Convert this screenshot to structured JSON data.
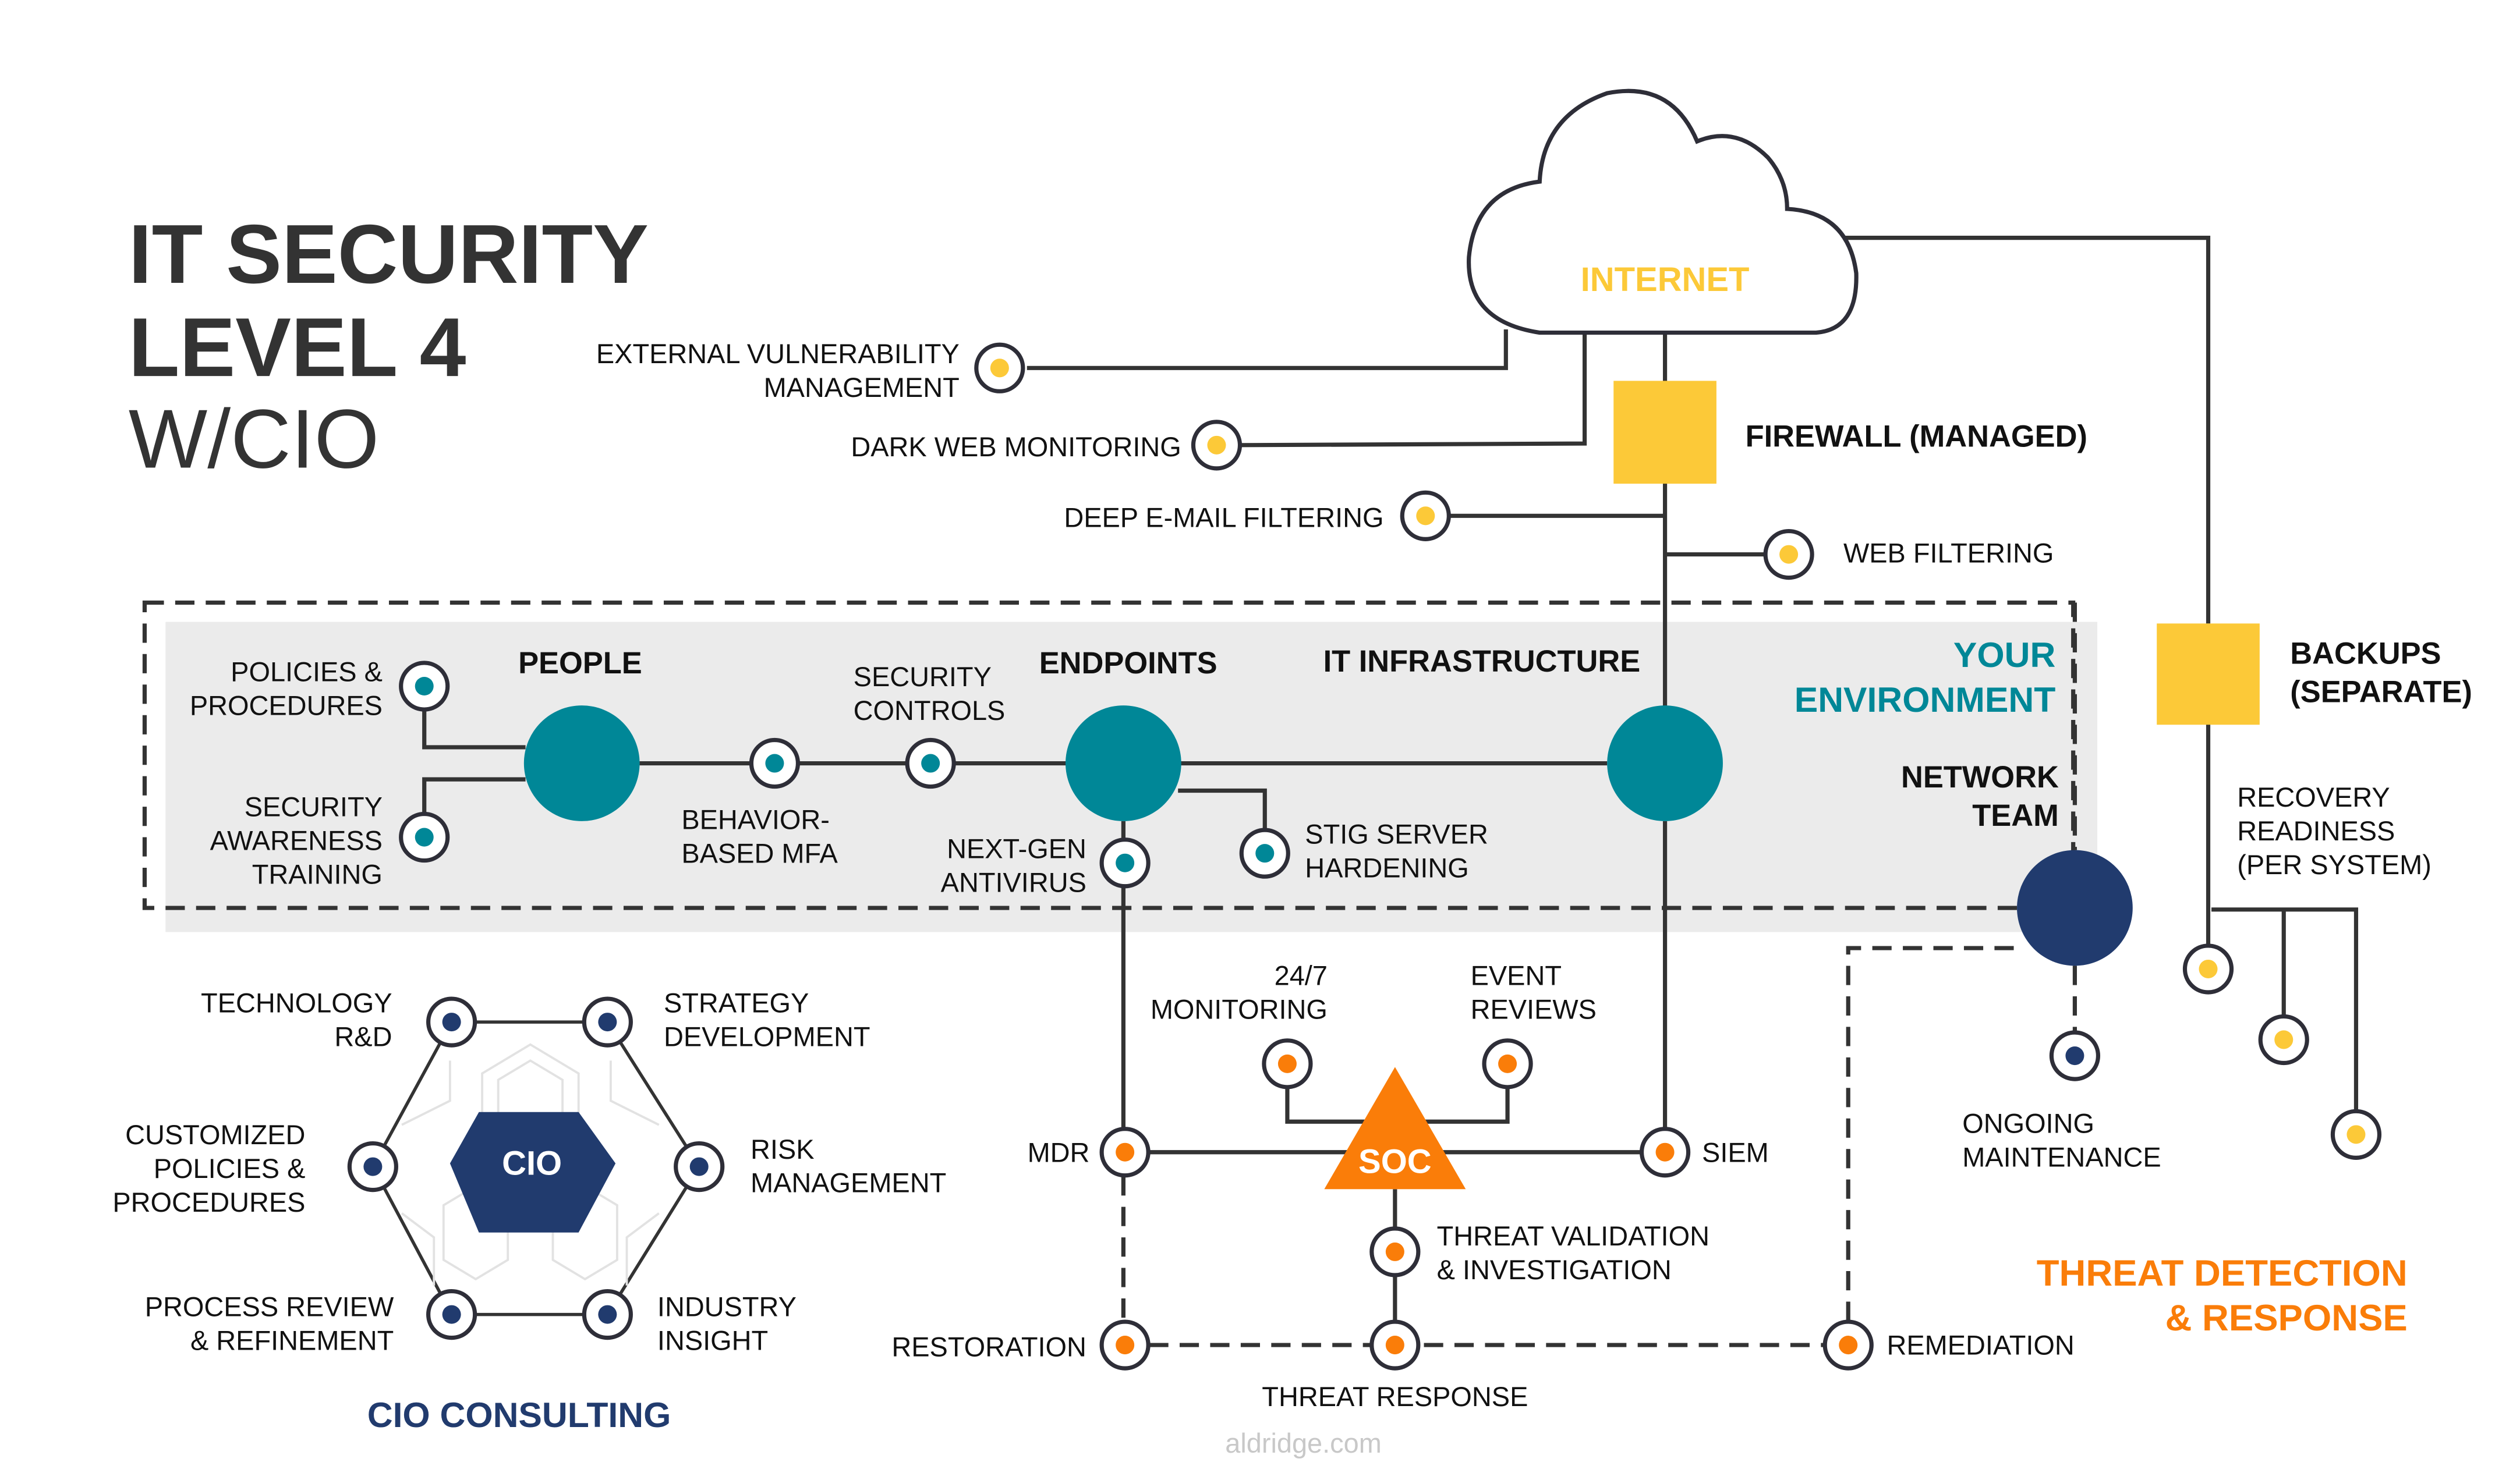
{
  "colors": {
    "teal": "#008797",
    "navy": "#213b6e",
    "yellow": "#fcc938",
    "orange": "#fa7d09",
    "line": "#333333",
    "env_bg": "#ebebeb"
  },
  "title": {
    "line1": "IT SECURITY",
    "line2": "LEVEL 4",
    "line3": "W/CIO"
  },
  "internet": {
    "label": "INTERNET",
    "icon": "cloud-icon"
  },
  "perimeter": {
    "external_vuln": [
      "EXTERNAL VULNERABILITY",
      "MANAGEMENT"
    ],
    "dark_web": "DARK WEB MONITORING",
    "deep_email": "DEEP E-MAIL FILTERING",
    "web_filtering": "WEB FILTERING",
    "firewall": "FIREWALL (MANAGED)"
  },
  "backups": {
    "label": [
      "BACKUPS",
      "(SEPARATE)"
    ],
    "recovery": [
      "RECOVERY",
      "READINESS",
      "(PER SYSTEM)"
    ]
  },
  "environment": {
    "heading": [
      "YOUR",
      "ENVIRONMENT"
    ],
    "network_team": [
      "NETWORK",
      "TEAM"
    ],
    "ongoing_maintenance": [
      "ONGOING",
      "MAINTENANCE"
    ],
    "hubs": {
      "people": "PEOPLE",
      "endpoints": "ENDPOINTS",
      "it_infrastructure": "IT INFRASTRUCTURE"
    },
    "nodes": {
      "policies": [
        "POLICIES &",
        "PROCEDURES"
      ],
      "awareness": [
        "SECURITY",
        "AWARENESS",
        "TRAINING"
      ],
      "mfa": [
        "BEHAVIOR-",
        "BASED MFA"
      ],
      "security_controls": [
        "SECURITY",
        "CONTROLS"
      ],
      "antivirus": [
        "NEXT-GEN",
        "ANTIVIRUS"
      ],
      "stig": [
        "STIG SERVER",
        "HARDENING"
      ]
    }
  },
  "soc": {
    "label": "SOC",
    "monitoring": [
      "24/7",
      "MONITORING"
    ],
    "event_reviews": [
      "EVENT",
      "REVIEWS"
    ],
    "mdr": "MDR",
    "siem": "SIEM",
    "threat_validation": [
      "THREAT VALIDATION",
      "& INVESTIGATION"
    ],
    "restoration": "RESTORATION",
    "threat_response": "THREAT RESPONSE",
    "remediation": "REMEDIATION",
    "section_title": [
      "THREAT DETECTION",
      "& RESPONSE"
    ]
  },
  "cio": {
    "center": "CIO",
    "section_title": "CIO CONSULTING",
    "items": {
      "tech_rd": [
        "TECHNOLOGY",
        "R&D"
      ],
      "strategy": [
        "STRATEGY",
        "DEVELOPMENT"
      ],
      "custom_policies": [
        "CUSTOMIZED",
        "POLICIES &",
        "PROCEDURES"
      ],
      "risk": [
        "RISK",
        "MANAGEMENT"
      ],
      "process_review": [
        "PROCESS REVIEW",
        "& REFINEMENT"
      ],
      "industry": [
        "INDUSTRY",
        "INSIGHT"
      ]
    }
  },
  "footer": "aldridge.com"
}
